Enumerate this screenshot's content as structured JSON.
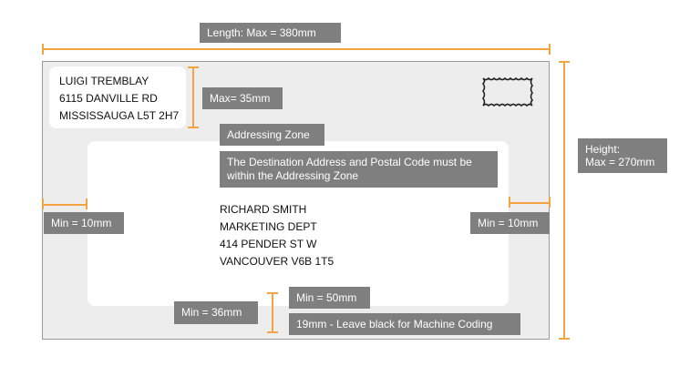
{
  "colors": {
    "accent": "#f4a340",
    "label_bg": "#7f7f7f",
    "envelope_bg": "#ededed",
    "envelope_border": "#9a9a9a"
  },
  "labels": {
    "length": "Length: Max = 380mm",
    "return_max": "Max= 35mm",
    "zone_title": "Addressing Zone",
    "zone_note_line1": "The Destination Address and Postal Code must be",
    "zone_note_line2": "within the Addressing Zone",
    "height_line1": "Height:",
    "height_line2": "Max = 270mm",
    "min_left": "Min = 10mm",
    "min_right": "Min = 10mm",
    "min_bottom_zone": "Min = 36mm",
    "min_50": "Min = 50mm",
    "machine_coding": "19mm - Leave black for Machine Coding"
  },
  "return_address": [
    "LUIGI TREMBLAY",
    "6115 DANVILLE RD",
    "MISSISSAUGA L5T 2H7"
  ],
  "destination_address": [
    "RICHARD SMITH",
    "MARKETING DEPT",
    "414 PENDER ST W",
    "VANCOUVER V6B 1T5"
  ],
  "icons": {
    "stamp": "stamp-icon"
  }
}
